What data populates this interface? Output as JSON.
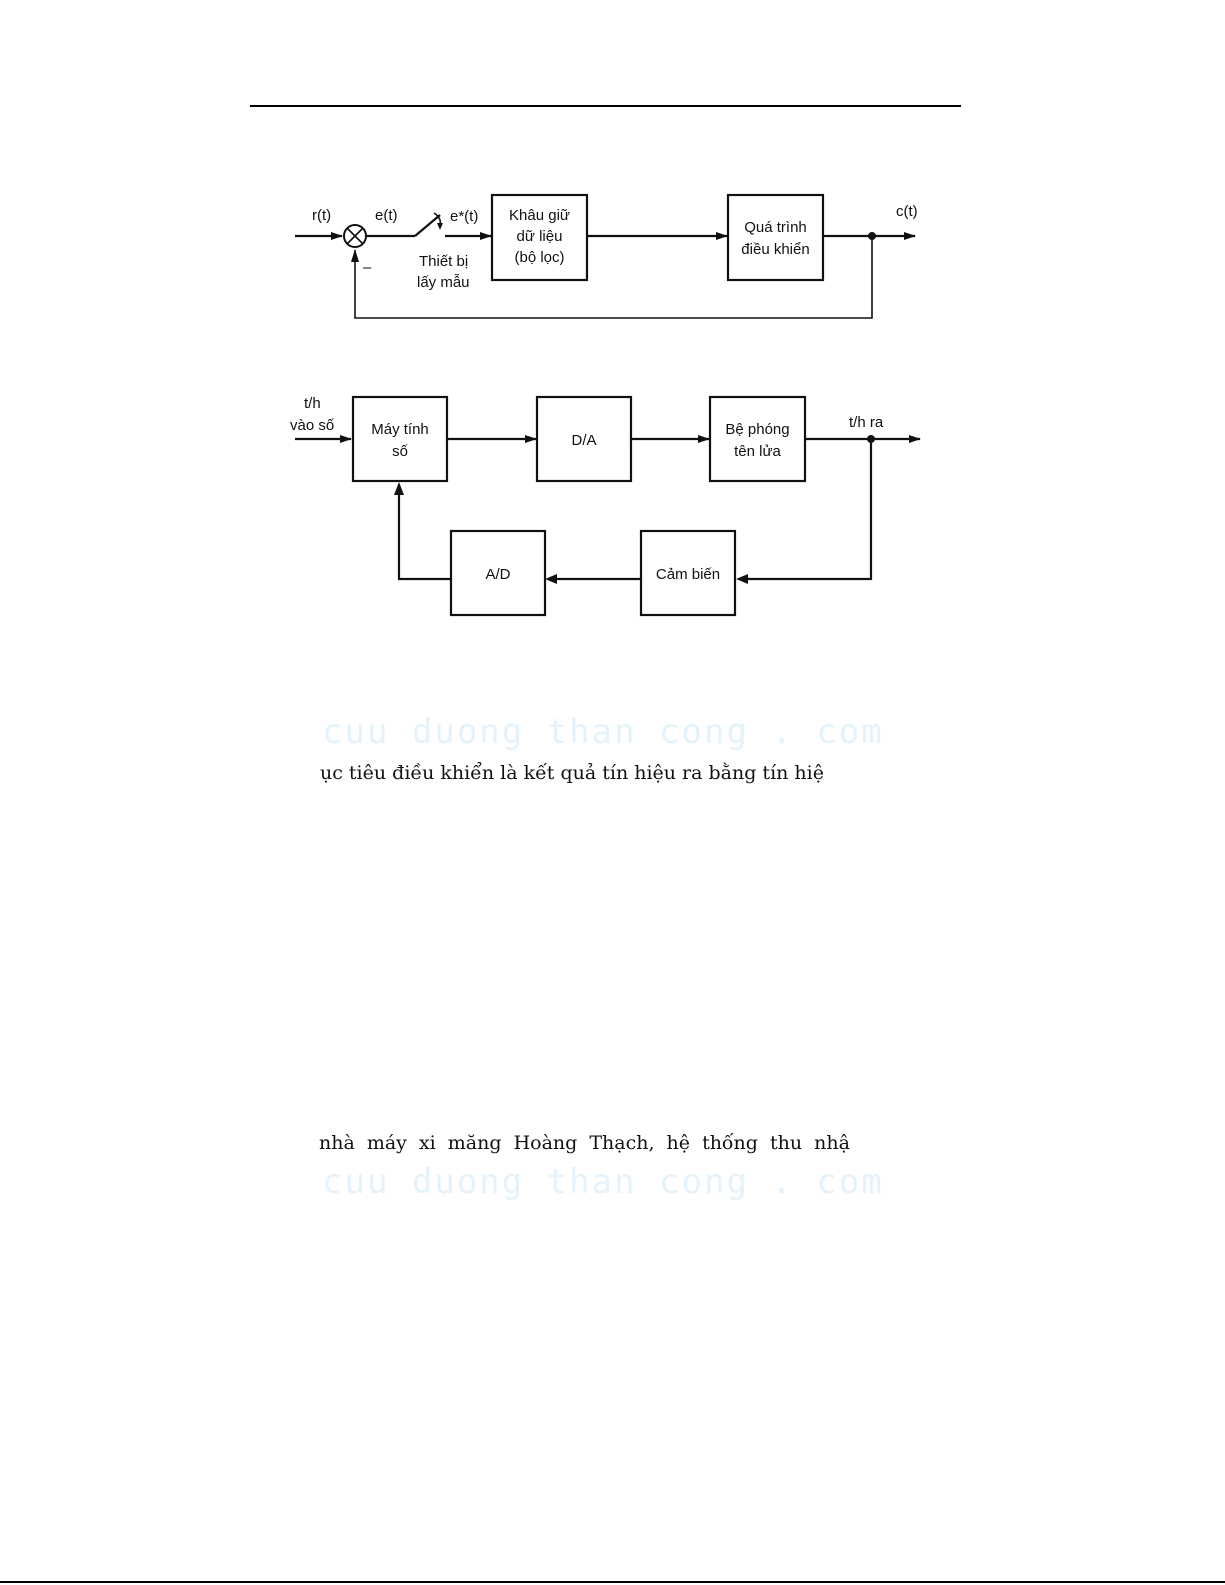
{
  "diagram1": {
    "input_label": "r(t)",
    "error_label": "e(t)",
    "sampled_label": "e*(t)",
    "minus_sign": "–",
    "sampler_label_line1": "Thiết bị",
    "sampler_label_line2": "lấy mẫu",
    "hold_block_line1": "Khâu giữ",
    "hold_block_line2": "dữ liệu",
    "hold_block_line3": "(bộ lọc)",
    "process_block_line1": "Quá trình",
    "process_block_line2": "điều khiển",
    "output_label": "c(t)"
  },
  "diagram2": {
    "input_label_line1": "t/h",
    "input_label_line2": "vào số",
    "computer_block_line1": "Máy tính",
    "computer_block_line2": "số",
    "da_block": "D/A",
    "launcher_block_line1": "Bệ phóng",
    "launcher_block_line2": "tên lửa",
    "output_label": "t/h ra",
    "sensor_block": "Cảm biến",
    "ad_block": "A/D"
  },
  "body_text": {
    "line1": "ục tiêu điều khiển là kết quả tín hiệu ra bằng tín hiệ",
    "line2": "nhà máy xi măng Hoàng Thạch, hệ thống thu nhậ"
  },
  "watermark": {
    "text1": "cuu duong than cong . com",
    "text2": "cuu duong than cong . com"
  }
}
